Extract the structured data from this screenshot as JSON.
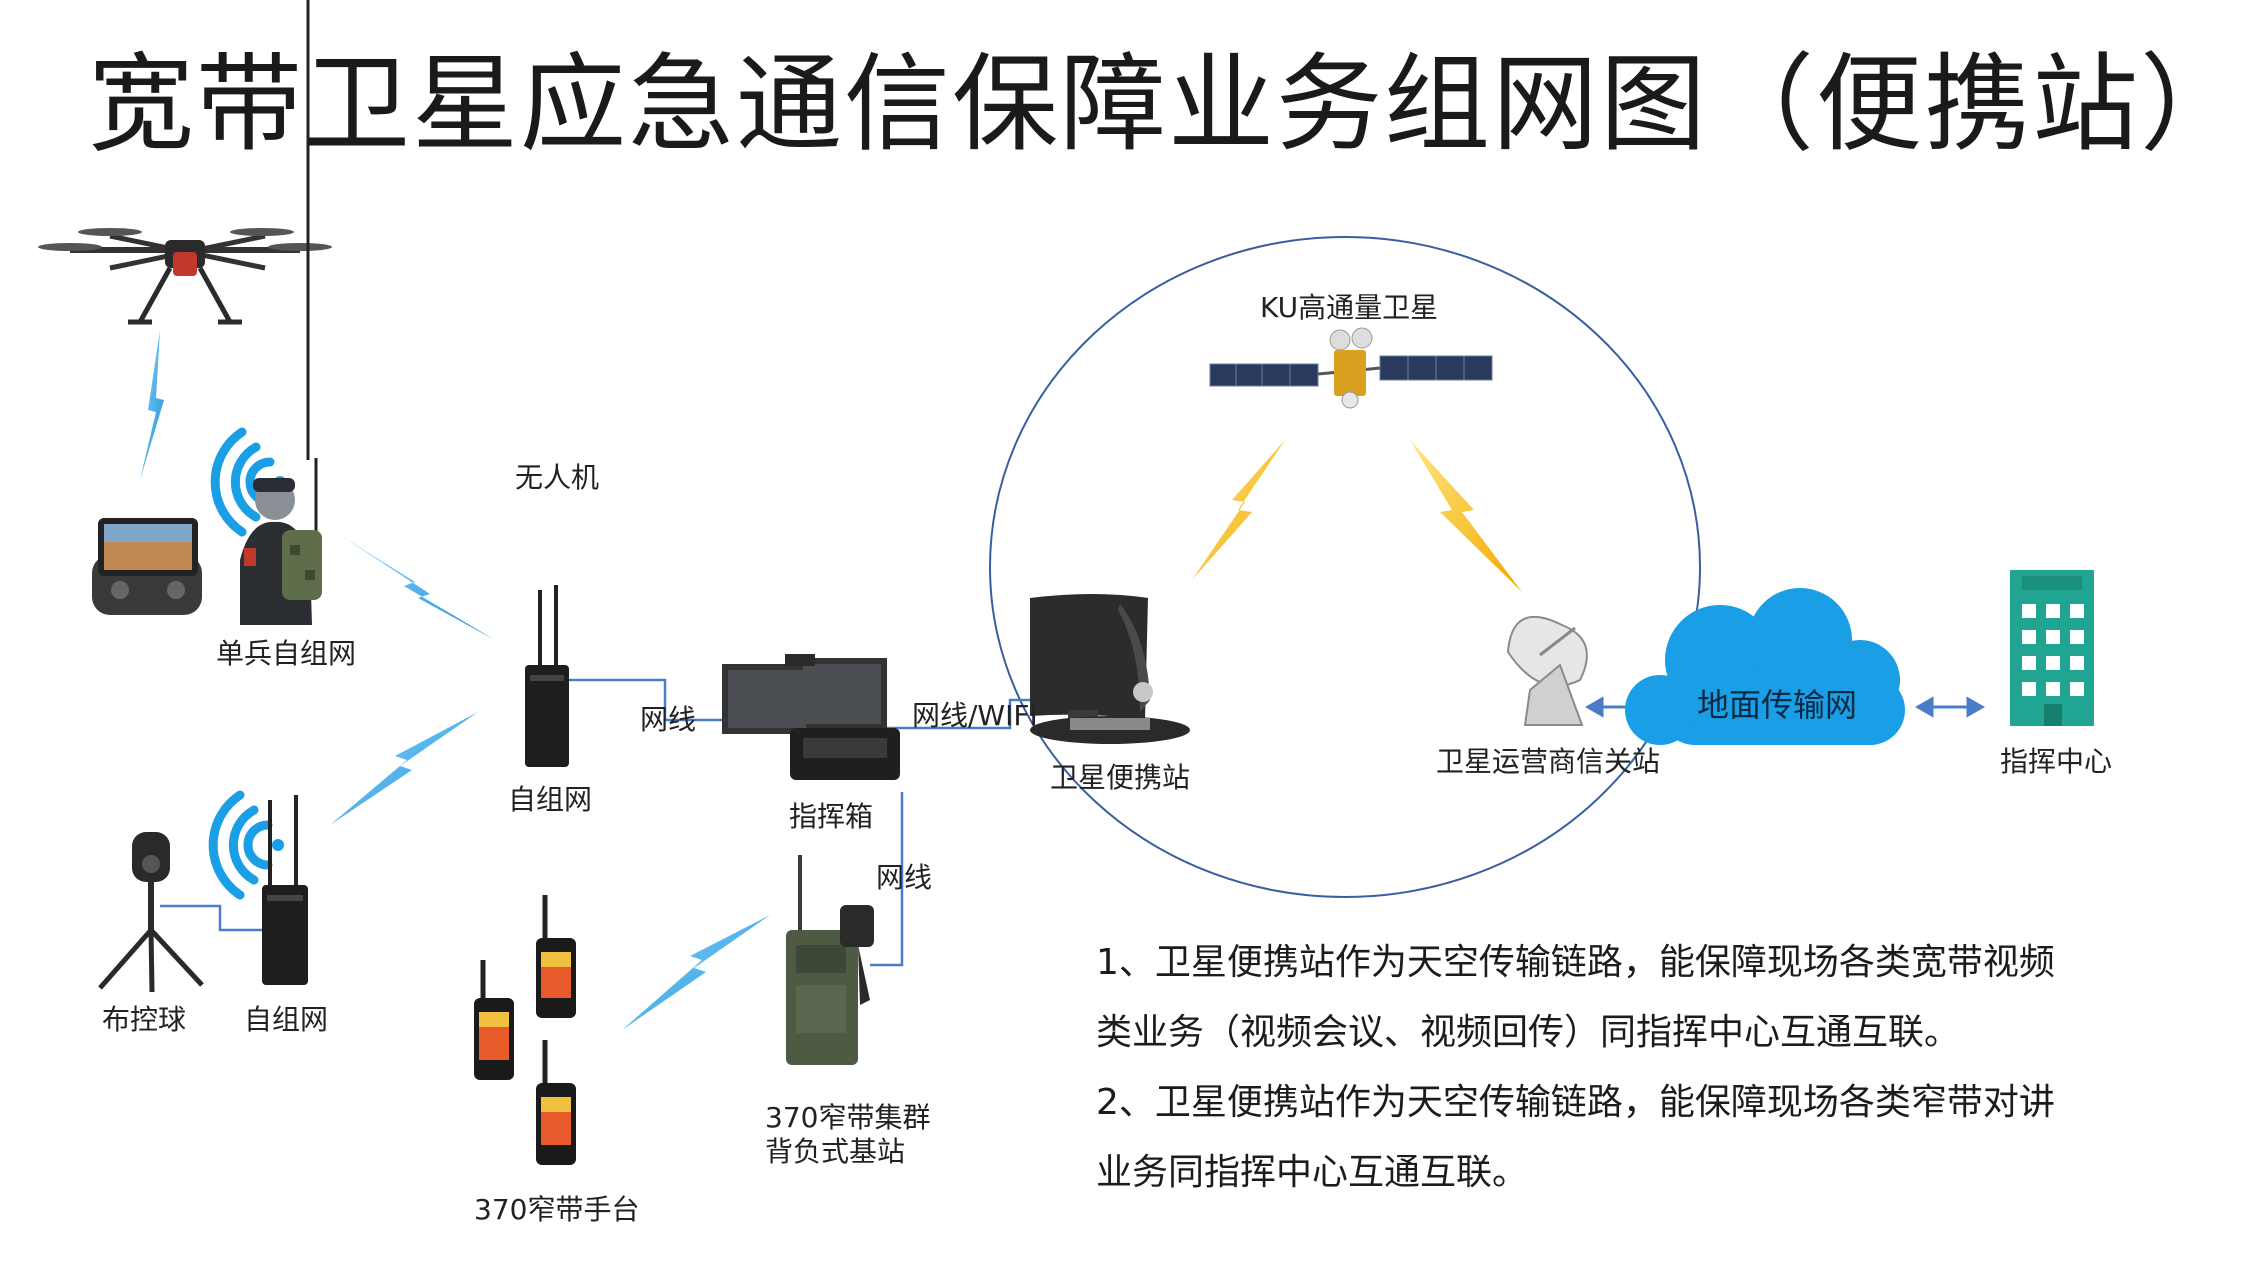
{
  "title": "宽带卫星应急通信保障业务组网图（便携站）",
  "labels": {
    "uav": "无人机",
    "single_soldier": "单兵自组网",
    "mesh_left": "自组网",
    "mesh_center": "自组网",
    "ball": "布控球",
    "cable1": "网线",
    "command_box": "指挥箱",
    "cable_wifi": "网线/WIFI",
    "sat_station": "卫星便携站",
    "cable2": "网线",
    "base_station_line1": "370窄带集群",
    "base_station_line2": "背负式基站",
    "handset": "370窄带手台",
    "satellite": "KU高通量卫星",
    "gateway": "卫星运营商信关站",
    "ground_net": "地面传输网",
    "command_center": "指挥中心"
  },
  "notes": [
    "1、卫星便携站作为天空传输链路，能保障现场各类宽带视频",
    "类业务（视频会议、视频回传）同指挥中心互通互联。",
    "2、卫星便携站作为天空传输链路，能保障现场各类窄带对讲",
    "业务同指挥中心互通互联。"
  ],
  "colors": {
    "wireless": "#29a8e6",
    "satellite_link": "#f5c020",
    "circle": "#3a5fa0",
    "cloud": "#1a9ee6",
    "building": "#1fa591",
    "cable": "#4a7cc7"
  }
}
